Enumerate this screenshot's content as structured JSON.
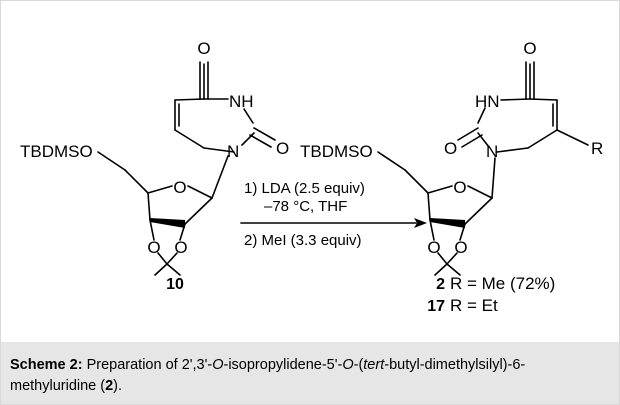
{
  "reactant": {
    "protecting_group": "TBDMSO",
    "ring_o": "O",
    "acetonide_o1": "O",
    "acetonide_o2": "O",
    "carbonyl_o_top": "O",
    "carbonyl_o_right": "O",
    "nh": "NH",
    "n1": "N",
    "compound_number": "10"
  },
  "product": {
    "protecting_group": "TBDMSO",
    "ring_o": "O",
    "acetonide_o1": "O",
    "acetonide_o2": "O",
    "carbonyl_o_top": "O",
    "carbonyl_o_left": "O",
    "hn": "HN",
    "n1": "N",
    "r_group": "R",
    "result1_number": "2",
    "result1_text": "R = Me (72%)",
    "result2_number": "17",
    "result2_text": "R = Et"
  },
  "conditions": {
    "step1_line1": "1) LDA (2.5 equiv)",
    "step1_line2": "–78 °C, THF",
    "step2": "2) MeI (3.3 equiv)"
  },
  "caption": {
    "label": "Scheme 2:",
    "text_1": " Preparation of 2',3'-",
    "italic_1": "O",
    "text_2": "-isopropylidene-5'-",
    "italic_2": "O",
    "text_3": "-(",
    "italic_3": "tert",
    "text_4": "-butyl-dimethylsilyl)-6-methyluridine (",
    "bold_num": "2",
    "text_5": ")."
  }
}
